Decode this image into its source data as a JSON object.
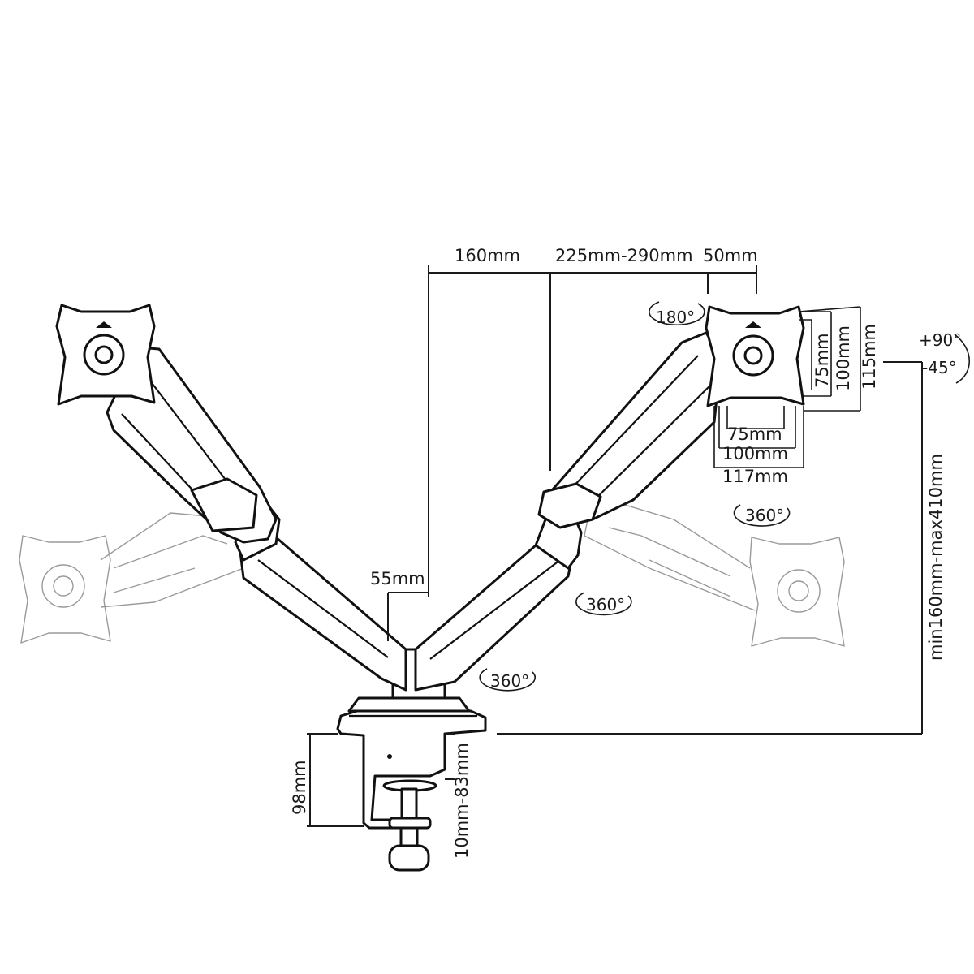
{
  "dimensions": {
    "arm_offset": "160mm",
    "arm_length": "225mm-290mm",
    "vesa_offset": "50mm",
    "pole_width": "55mm",
    "clamp_height": "98mm",
    "desk_thickness": "10mm-83mm",
    "pole_height": "min160mm-max410mm",
    "vesa_inner_h": "75mm",
    "vesa_outer_h": "100mm",
    "plate_h": "115mm",
    "vesa_inner_w": "75mm",
    "vesa_outer_w": "100mm",
    "plate_w": "117mm"
  },
  "rotations": {
    "swivel_head": "180°",
    "swivel_arm_tip": "360°",
    "swivel_elbow": "360°",
    "swivel_base": "360°",
    "tilt_up": "+90°",
    "tilt_down": "-45°"
  }
}
